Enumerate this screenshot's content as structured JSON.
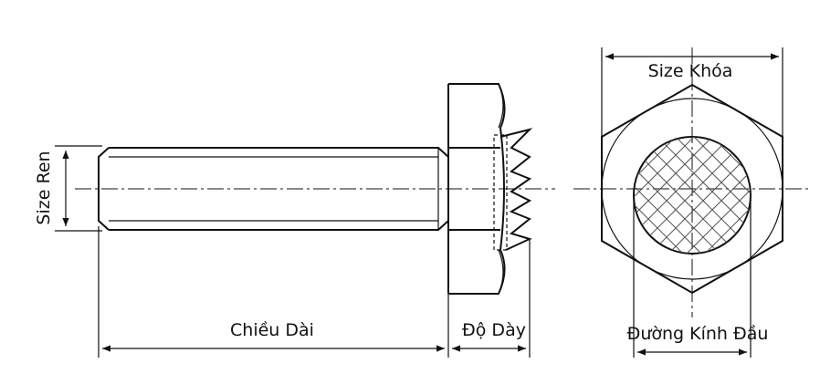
{
  "labels": {
    "thread_size": "Size Ren",
    "length": "Chiều Dài",
    "thickness": "Độ Dày",
    "wrench_size": "Size Khóa",
    "head_diameter": "Đường Kính Đầu"
  },
  "colors": {
    "line": "#111111",
    "background": "#ffffff",
    "hatch": "#555555"
  }
}
